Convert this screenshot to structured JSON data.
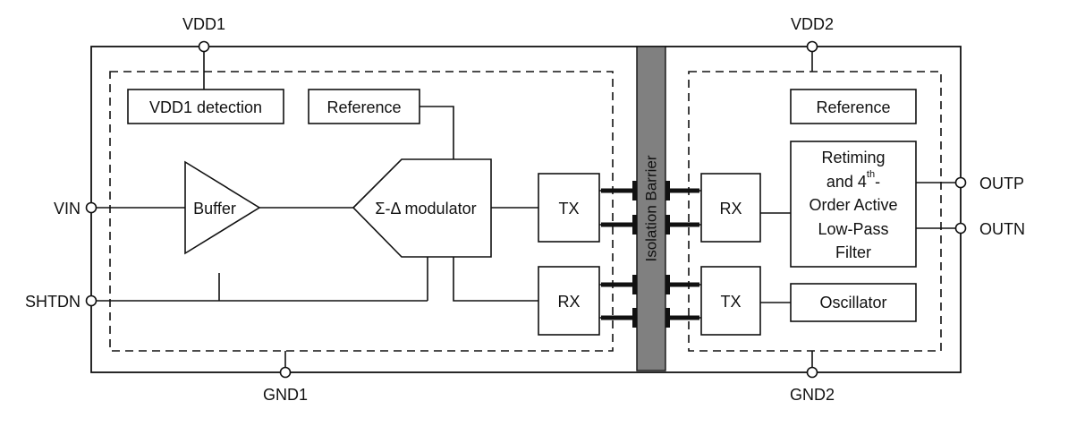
{
  "pins": {
    "vdd1": "VDD1",
    "vdd2": "VDD2",
    "gnd1": "GND1",
    "gnd2": "GND2",
    "vin": "VIN",
    "shtdn": "SHTDN",
    "outp": "OUTP",
    "outn": "OUTN"
  },
  "barrier": {
    "label": "Isolation Barrier"
  },
  "side1": {
    "vdd1_detection": "VDD1 detection",
    "reference": "Reference",
    "buffer": "Buffer",
    "modulator": "Σ-Δ modulator",
    "tx": "TX",
    "rx": "RX"
  },
  "side2": {
    "reference": "Reference",
    "filter_line1": "Retiming",
    "filter_line2_pre": "and 4",
    "filter_line2_sup": "th",
    "filter_line2_post": "-",
    "filter_line3": "Order Active",
    "filter_line4": "Low-Pass",
    "filter_line5": "Filter",
    "rx": "RX",
    "tx": "TX",
    "oscillator": "Oscillator"
  },
  "colors": {
    "barrier": "#808080",
    "line": "#111111"
  }
}
